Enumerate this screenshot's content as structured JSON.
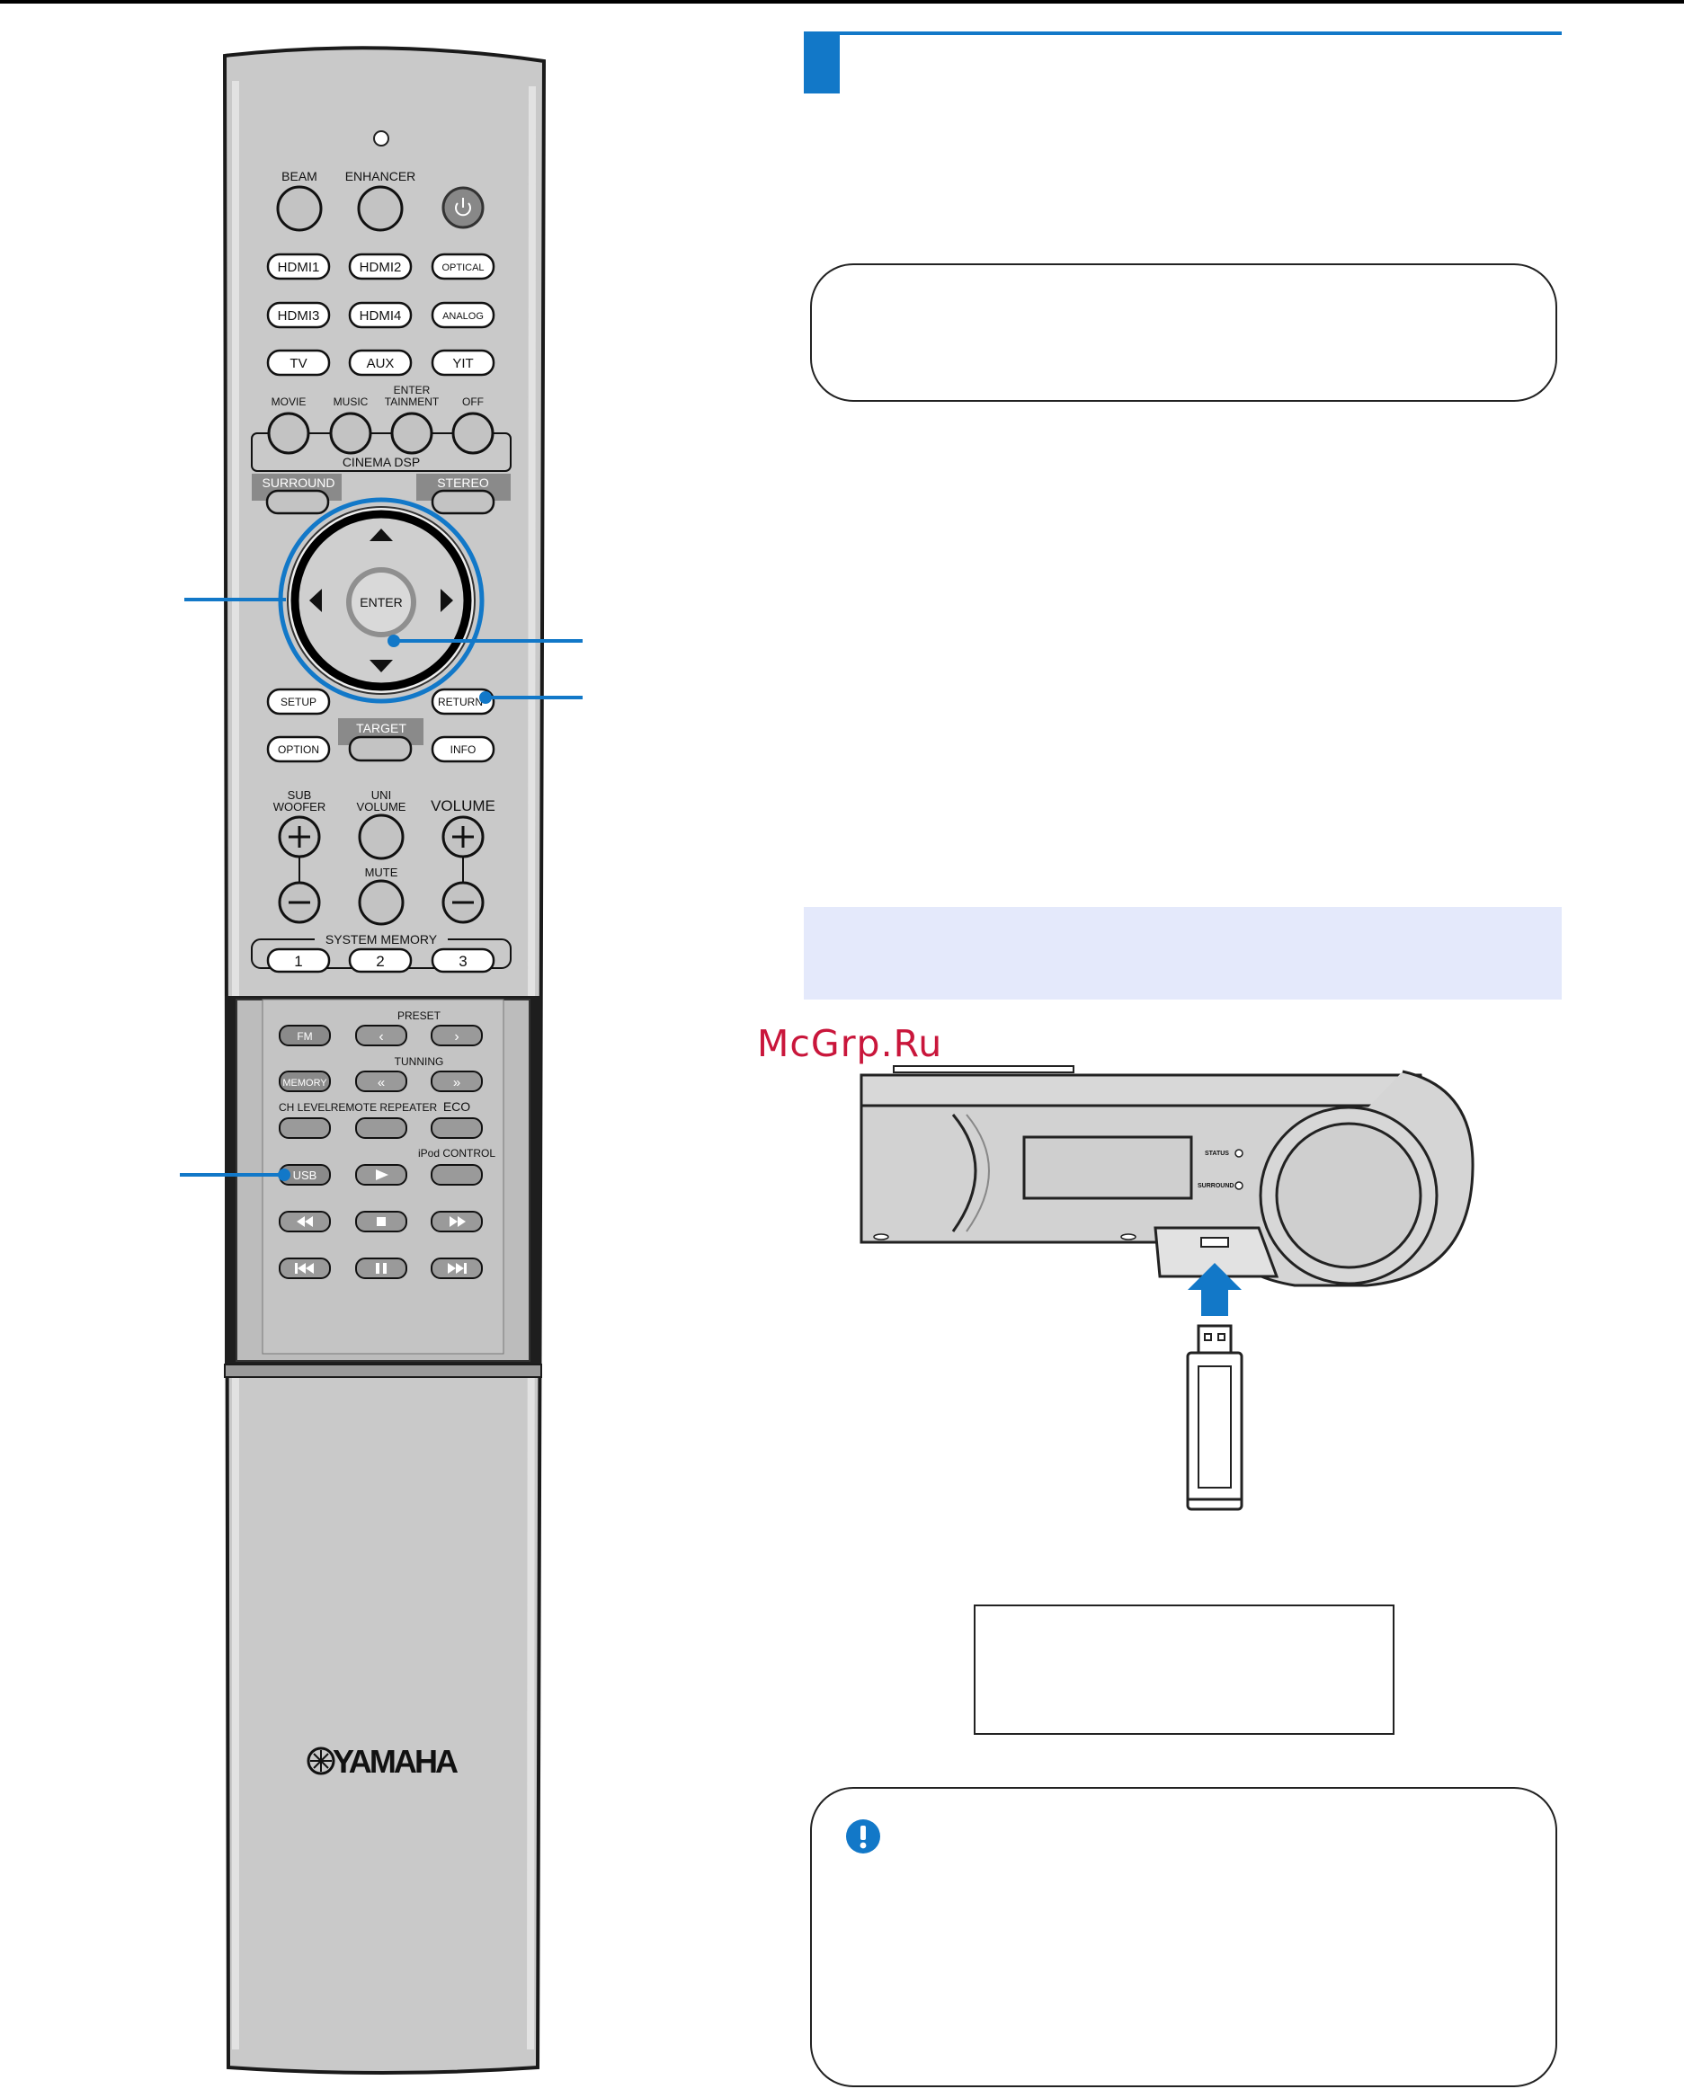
{
  "watermark": "McGrp.Ru",
  "remote": {
    "brand": "YAMAHA",
    "power_icon": "power-icon",
    "rows": {
      "top": [
        "BEAM",
        "ENHANCER"
      ],
      "input_row1": [
        "HDMI1",
        "HDMI2",
        "OPTICAL"
      ],
      "input_row2": [
        "HDMI3",
        "HDMI4",
        "ANALOG"
      ],
      "input_row3": [
        "TV",
        "AUX",
        "YIT"
      ],
      "cinema": [
        "MOVIE",
        "MUSIC",
        "ENTER\nTAINMENT",
        "OFF"
      ],
      "cinema_group": "CINEMA DSP",
      "mode": [
        "SURROUND",
        "STEREO"
      ],
      "enter": "ENTER",
      "setup": "SETUP",
      "return": "RETURN",
      "target": "TARGET",
      "option": "OPTION",
      "info": "INFO",
      "sub_woofer": "SUB\nWOOFER",
      "uni_volume": "UNI\nVOLUME",
      "volume": "VOLUME",
      "mute": "MUTE",
      "system_memory": "SYSTEM MEMORY",
      "memory_numbers": [
        "1",
        "2",
        "3"
      ],
      "preset": "PRESET",
      "tuning": "TUNNING",
      "fm": "FM",
      "memory": "MEMORY",
      "ch_level": "CH LEVEL",
      "remote_repeater": "REMOTE REPEATER",
      "eco": "ECO",
      "usb": "USB",
      "ipod_control": "iPod CONTROL"
    }
  },
  "device": {
    "status_label": "STATUS",
    "surround_label": "SURROUND"
  },
  "colors": {
    "accent_blue": "#1278c8",
    "band_fill": "#e4e9fb",
    "watermark": "#c9163b",
    "remote_body": "#c6c6c6",
    "button_dark": "#9a9a9a"
  }
}
